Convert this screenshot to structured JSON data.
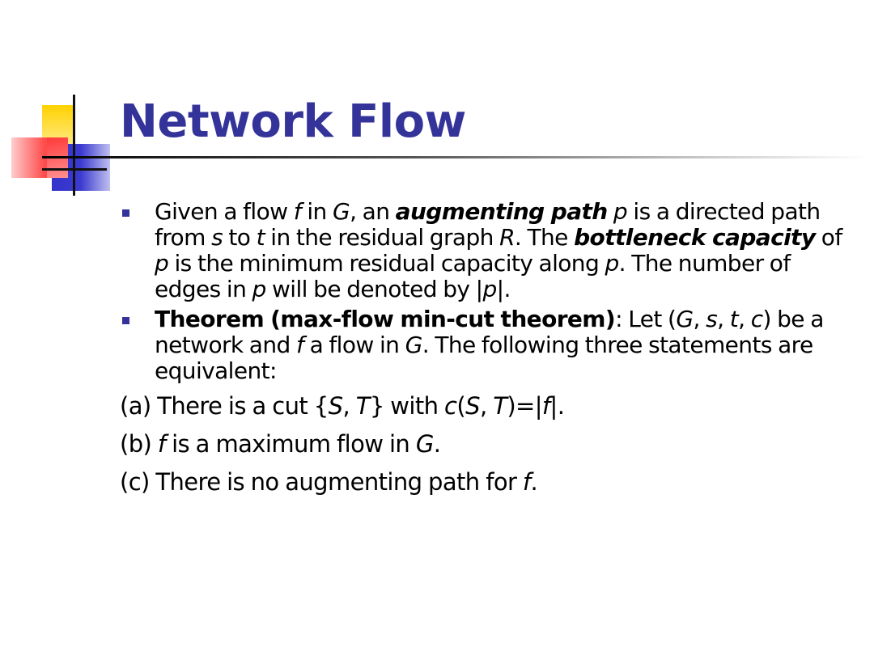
{
  "slide": {
    "title": "Network Flow",
    "accent_color": "#333399",
    "bullets": [
      {
        "parts": {
          "p1": "Given a flow ",
          "p2": "f",
          "p3": " in ",
          "p4": "G",
          "p5": ", an ",
          "p6": "augmenting path",
          "p7": " ",
          "p8": "p",
          "p9": " is a directed path from ",
          "p10": "s",
          "p11": " to ",
          "p12": "t",
          "p13": " in the residual graph ",
          "p14": "R",
          "p15": ". The ",
          "p16": "bottleneck capacity",
          "p17": " of ",
          "p18": "p",
          "p19": " is the minimum residual capacity along ",
          "p20": "p",
          "p21": ". The number of edges in ",
          "p22": "p",
          "p23": " will be denoted by |",
          "p24": "p",
          "p25": "|."
        }
      },
      {
        "parts": {
          "p1": "Theorem (max-flow min-cut theorem)",
          "p2": ": Let (",
          "p3": "G",
          "p4": ", ",
          "p5": "s",
          "p6": ", ",
          "p7": "t",
          "p8": ", ",
          "p9": "c",
          "p10": ") be a network and ",
          "p11": "f",
          "p12": " a flow in ",
          "p13": "G",
          "p14": ". The following three statements are equivalent:"
        }
      }
    ],
    "statements": [
      {
        "parts": {
          "p1": "(a) There is a cut {",
          "p2": "S",
          "p3": ", ",
          "p4": "T",
          "p5": "} with ",
          "p6": "c",
          "p7": "(",
          "p8": "S",
          "p9": ", ",
          "p10": "T",
          "p11": ")=|",
          "p12": "f",
          "p13": "|."
        }
      },
      {
        "parts": {
          "p1": "(b) ",
          "p2": "f",
          "p3": " is a maximum flow in ",
          "p4": "G",
          "p5": "."
        }
      },
      {
        "parts": {
          "p1": "(c) There is no augmenting path for ",
          "p2": "f",
          "p3": "."
        }
      }
    ]
  }
}
